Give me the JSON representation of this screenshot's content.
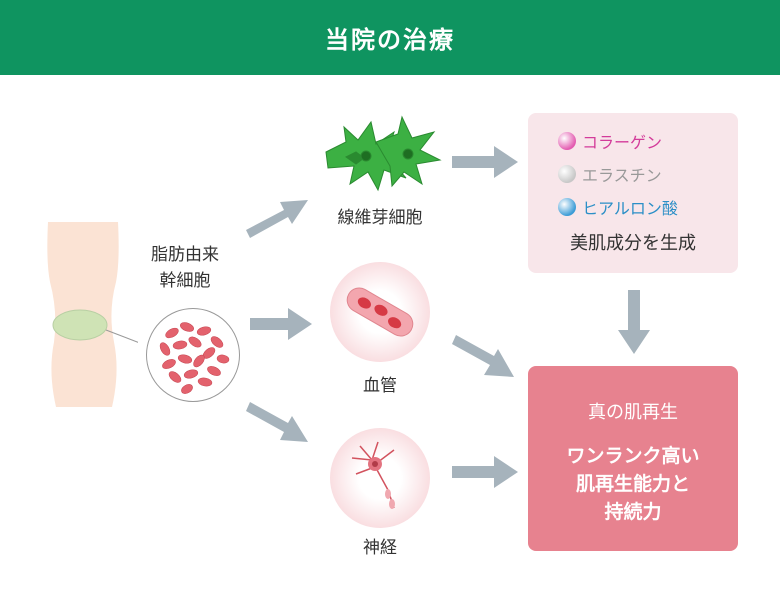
{
  "header": {
    "title": "当院の治療"
  },
  "source": {
    "label_line1": "脂肪由来",
    "label_line2": "幹細胞"
  },
  "targets": [
    {
      "label": "線維芽細胞"
    },
    {
      "label": "血管"
    },
    {
      "label": "神経"
    }
  ],
  "components": {
    "items": [
      {
        "name": "コラーゲン",
        "color": "#d33b9a"
      },
      {
        "name": "エラスチン",
        "color": "#999999"
      },
      {
        "name": "ヒアルロン酸",
        "color": "#2b8fc7"
      }
    ],
    "caption": "美肌成分を生成"
  },
  "result": {
    "title": "真の肌再生",
    "line1": "ワンランク高い",
    "line2": "肌再生能力と",
    "line3": "持続力"
  },
  "colors": {
    "header": "#0f9460",
    "result_box": "#e7828f",
    "component_box": "#f8e6ea",
    "arrow": "#a6b3bc"
  }
}
